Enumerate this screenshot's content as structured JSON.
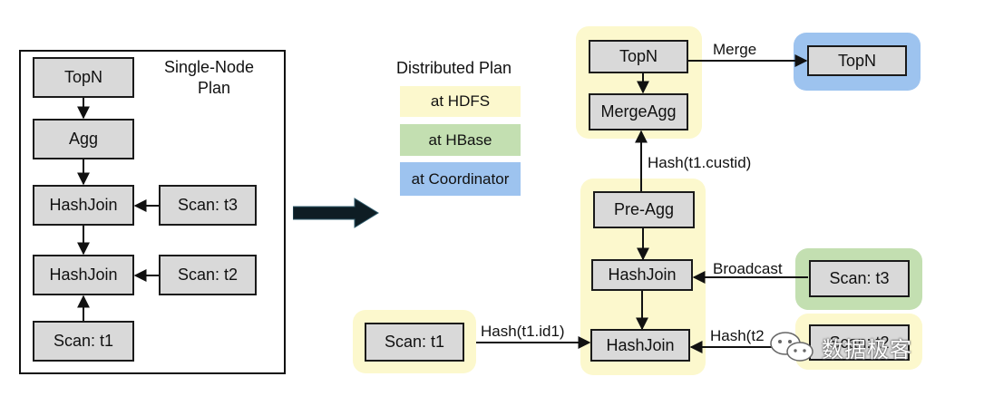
{
  "single_node": {
    "title_line1": "Single-Node",
    "title_line2": "Plan",
    "topn": "TopN",
    "agg": "Agg",
    "hashjoin_upper": "HashJoin",
    "hashjoin_lower": "HashJoin",
    "scan_t3": "Scan: t3",
    "scan_t2": "Scan: t2",
    "scan_t1": "Scan: t1"
  },
  "legend": {
    "title": "Distributed Plan",
    "items": [
      {
        "label": "at HDFS",
        "color": "#fcf8cd"
      },
      {
        "label": "at HBase",
        "color": "#c3dfb1"
      },
      {
        "label": "at Coordinator",
        "color": "#9dc3ef"
      }
    ]
  },
  "distributed": {
    "topn": "TopN",
    "merge_agg": "MergeAgg",
    "coordinator_topn": "TopN",
    "pre_agg": "Pre-Agg",
    "hashjoin_upper": "HashJoin",
    "hashjoin_lower": "HashJoin",
    "scan_t3": "Scan: t3",
    "scan_t2": "Scan: t2",
    "scan_t1": "Scan: t1",
    "edge_merge": "Merge",
    "edge_hash_custid": "Hash(t1.custid)",
    "edge_broadcast": "Broadcast",
    "edge_hash_id1": "Hash(t1.id1)",
    "edge_hash_t2": "Hash(t2"
  },
  "colors": {
    "hdfs": "#fcf8cd",
    "hbase": "#c3dfb1",
    "coordinator": "#9dc3ef",
    "node_fill": "#d9d9d9",
    "transition_arrow": "#0e1d24"
  },
  "watermark": "数据极客"
}
